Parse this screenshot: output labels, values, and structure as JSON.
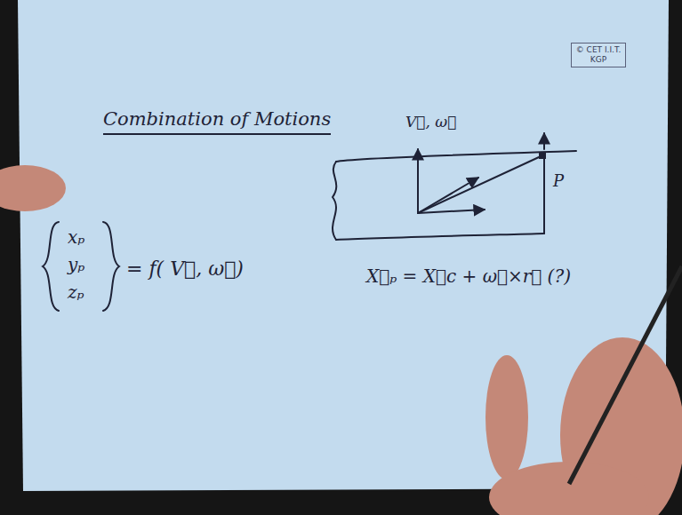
{
  "diagram": {
    "title": "Combination of Motions",
    "nodes": [
      {
        "text": [
          "© CET I.I.T. KGP"
        ]
      }
    ],
    "labels": [
      "V⃗, ω⃗",
      "P",
      "xₚ",
      "yₚ",
      "zₚ",
      "= f( V⃗, ω⃗)",
      "X⃗ₚ = X⃗c + ω⃗×r⃗ (?)"
    ]
  }
}
